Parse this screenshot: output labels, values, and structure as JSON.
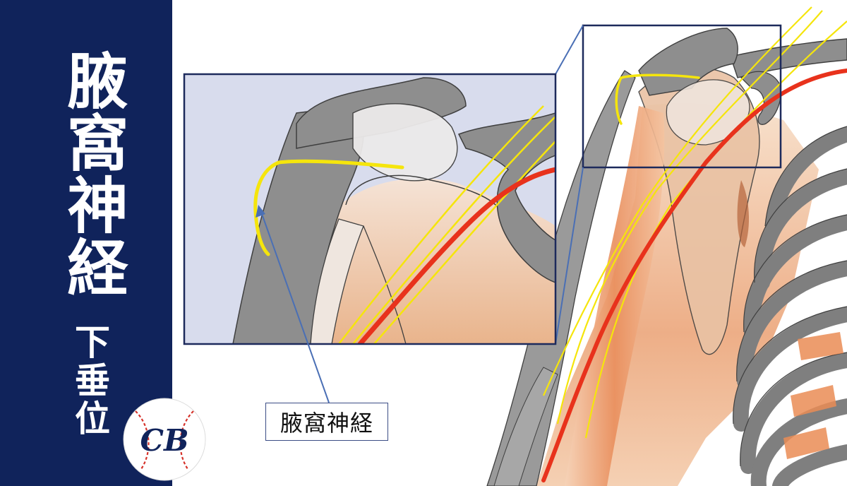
{
  "title": {
    "main": "腋窩神経",
    "sub": "下垂位"
  },
  "annotation": {
    "label": "腋窩神経"
  },
  "logo": {
    "text": "CB"
  },
  "colors": {
    "sidebar": "#10235b",
    "nerve": "#f5e50c",
    "artery": "#e8321c",
    "bone": "#8e8e8e",
    "muscle": "#e8a77b",
    "inset_bg": "#d8dced",
    "frame": "#1d2a5c",
    "pointer": "#4a6fb5"
  },
  "icons": [
    "baseball-logo-icon",
    "arrow-pointer-icon"
  ]
}
